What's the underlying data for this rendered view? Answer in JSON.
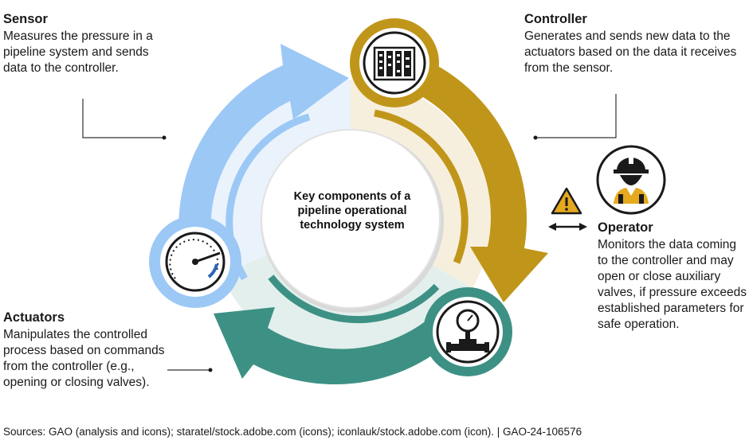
{
  "center": {
    "title": "Key components of a pipeline operational technology system"
  },
  "sensor": {
    "title": "Sensor",
    "description": "Measures the pressure in a pipeline system and sends data to the controller."
  },
  "controller": {
    "title": "Controller",
    "description": "Generates and sends new data to the actuators based on the data it receives from the sensor."
  },
  "actuators": {
    "title": "Actuators",
    "description": "Manipulates the controlled process based on commands from the controller (e.g., opening or closing valves)."
  },
  "operator": {
    "title": "Operator",
    "description": "Monitors the data coming to the controller and may open or close auxiliary valves, if pressure exceeds established parameters for safe operation."
  },
  "source": "Sources: GAO (analysis and icons); staratel/stock.adobe.com (icons); iconlauk/stock.adobe.com (icon).  |  GAO-24-106576",
  "colors": {
    "sensor": "#9cc8f5",
    "controller": "#c0961a",
    "actuators": "#3d9184",
    "dark": "#1a1a1a",
    "warning": "#e6a91e"
  },
  "icons": {
    "sensor": "gauge-icon",
    "controller": "control-panel-icon",
    "actuators": "valve-icon",
    "operator": "worker-icon",
    "warning": "warning-icon"
  }
}
